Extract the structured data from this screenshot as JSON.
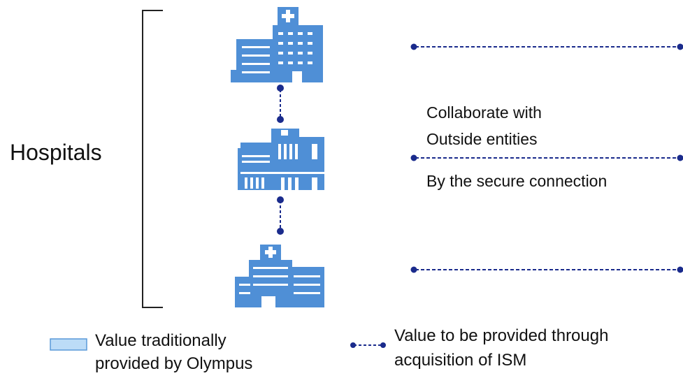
{
  "labels": {
    "hospitals": "Hospitals",
    "collaborate_line1": "Collaborate with",
    "collaborate_line2": "Outside entities",
    "secure_connection": "By the secure connection"
  },
  "legend": {
    "traditional_line1": "Value traditionally",
    "traditional_line2": "provided by Olympus",
    "ism_line1": "Value to be provided through",
    "ism_line2": "acquisition of ISM"
  },
  "colors": {
    "building": "#4f8fd6",
    "building_dark": "#3a77c0",
    "window": "#ffffff",
    "connector": "#1a2b8c",
    "legend_fill": "#bcdcf7",
    "legend_border": "#5a9ad8",
    "bracket": "#222222"
  },
  "icons": [
    "hospital-building-icon",
    "clinic-building-icon",
    "hospital-complex-icon"
  ]
}
